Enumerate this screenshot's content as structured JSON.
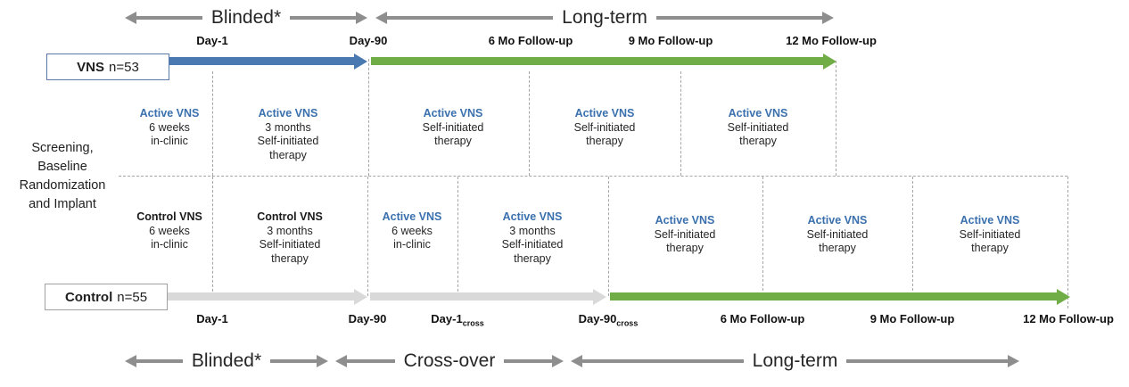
{
  "colors": {
    "vns_arrow_blue": "#4a79b2",
    "longterm_green": "#70ad47",
    "control_gray": "#d9d9d9",
    "annotation_gray": "#8e8e8e",
    "active_text_blue": "#3a70ad"
  },
  "phases": {
    "top_blinded": "Blinded*",
    "top_longterm": "Long-term",
    "bottom_blinded": "Blinded*",
    "bottom_crossover": "Cross-over",
    "bottom_longterm": "Long-term"
  },
  "left_label": {
    "line1": "Screening,",
    "line2": "Baseline",
    "line3": "Randomization",
    "line4": "and Implant"
  },
  "vns_box": {
    "name": "VNS",
    "n": "n=53"
  },
  "control_box": {
    "name": "Control",
    "n": "n=55"
  },
  "vns_ticks": [
    {
      "label": "Day-1"
    },
    {
      "label": "Day-90"
    },
    {
      "label": "6 Mo Follow-up"
    },
    {
      "label": "9 Mo Follow-up"
    },
    {
      "label": "12 Mo Follow-up"
    }
  ],
  "control_ticks": [
    {
      "label": "Day-1",
      "sub": ""
    },
    {
      "label": "Day-90",
      "sub": ""
    },
    {
      "label": "Day-1",
      "sub": "cross"
    },
    {
      "label": "Day-90",
      "sub": "cross"
    },
    {
      "label": "6 Mo Follow-up",
      "sub": ""
    },
    {
      "label": "9 Mo Follow-up",
      "sub": ""
    },
    {
      "label": "12 Mo Follow-up",
      "sub": ""
    }
  ],
  "vns_blocks": [
    {
      "title": "Active VNS",
      "lines": [
        "6 weeks",
        "in-clinic"
      ]
    },
    {
      "title": "Active VNS",
      "lines": [
        "3 months",
        "Self-initiated",
        "therapy"
      ]
    },
    {
      "title": "Active VNS",
      "lines": [
        "Self-initiated",
        "therapy"
      ]
    },
    {
      "title": "Active VNS",
      "lines": [
        "Self-initiated",
        "therapy"
      ]
    },
    {
      "title": "Active VNS",
      "lines": [
        "Self-initiated",
        "therapy"
      ]
    }
  ],
  "control_blocks": [
    {
      "title": "Control VNS",
      "lines": [
        "6 weeks",
        "in-clinic"
      ]
    },
    {
      "title": "Control VNS",
      "lines": [
        "3 months",
        "Self-initiated",
        "therapy"
      ]
    },
    {
      "title": "Active VNS",
      "lines": [
        "6 weeks",
        "in-clinic"
      ]
    },
    {
      "title": "Active VNS",
      "lines": [
        "3 months",
        "Self-initiated",
        "therapy"
      ]
    },
    {
      "title": "Active VNS",
      "lines": [
        "Self-initiated",
        "therapy"
      ]
    },
    {
      "title": "Active VNS",
      "lines": [
        "Self-initiated",
        "therapy"
      ]
    },
    {
      "title": "Active VNS",
      "lines": [
        "Self-initiated",
        "therapy"
      ]
    }
  ]
}
